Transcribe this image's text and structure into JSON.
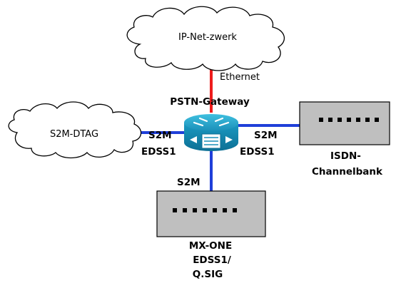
{
  "clouds": {
    "ip_network": "IP-Net-zwerk",
    "s2m_dtag": "S2M-DTAG"
  },
  "links": {
    "ethernet": "Ethernet",
    "left_s2m": "S2M",
    "left_protocol": "EDSS1",
    "right_s2m": "S2M",
    "right_protocol": "EDSS1",
    "bottom_s2m": "S2M"
  },
  "devices": {
    "gateway": "PSTN-Gateway",
    "channelbank_line1": "ISDN-",
    "channelbank_line2": "Channelbank",
    "mxone_line1": "MX-ONE",
    "mxone_line2": "EDSS1/",
    "mxone_line3": "Q.SIG"
  },
  "colors": {
    "ethernet_link": "#ee1c1c",
    "isdn_link": "#1f3fd9",
    "router_body": "#1c9fc4",
    "device_panel": "#bfbfbf"
  }
}
